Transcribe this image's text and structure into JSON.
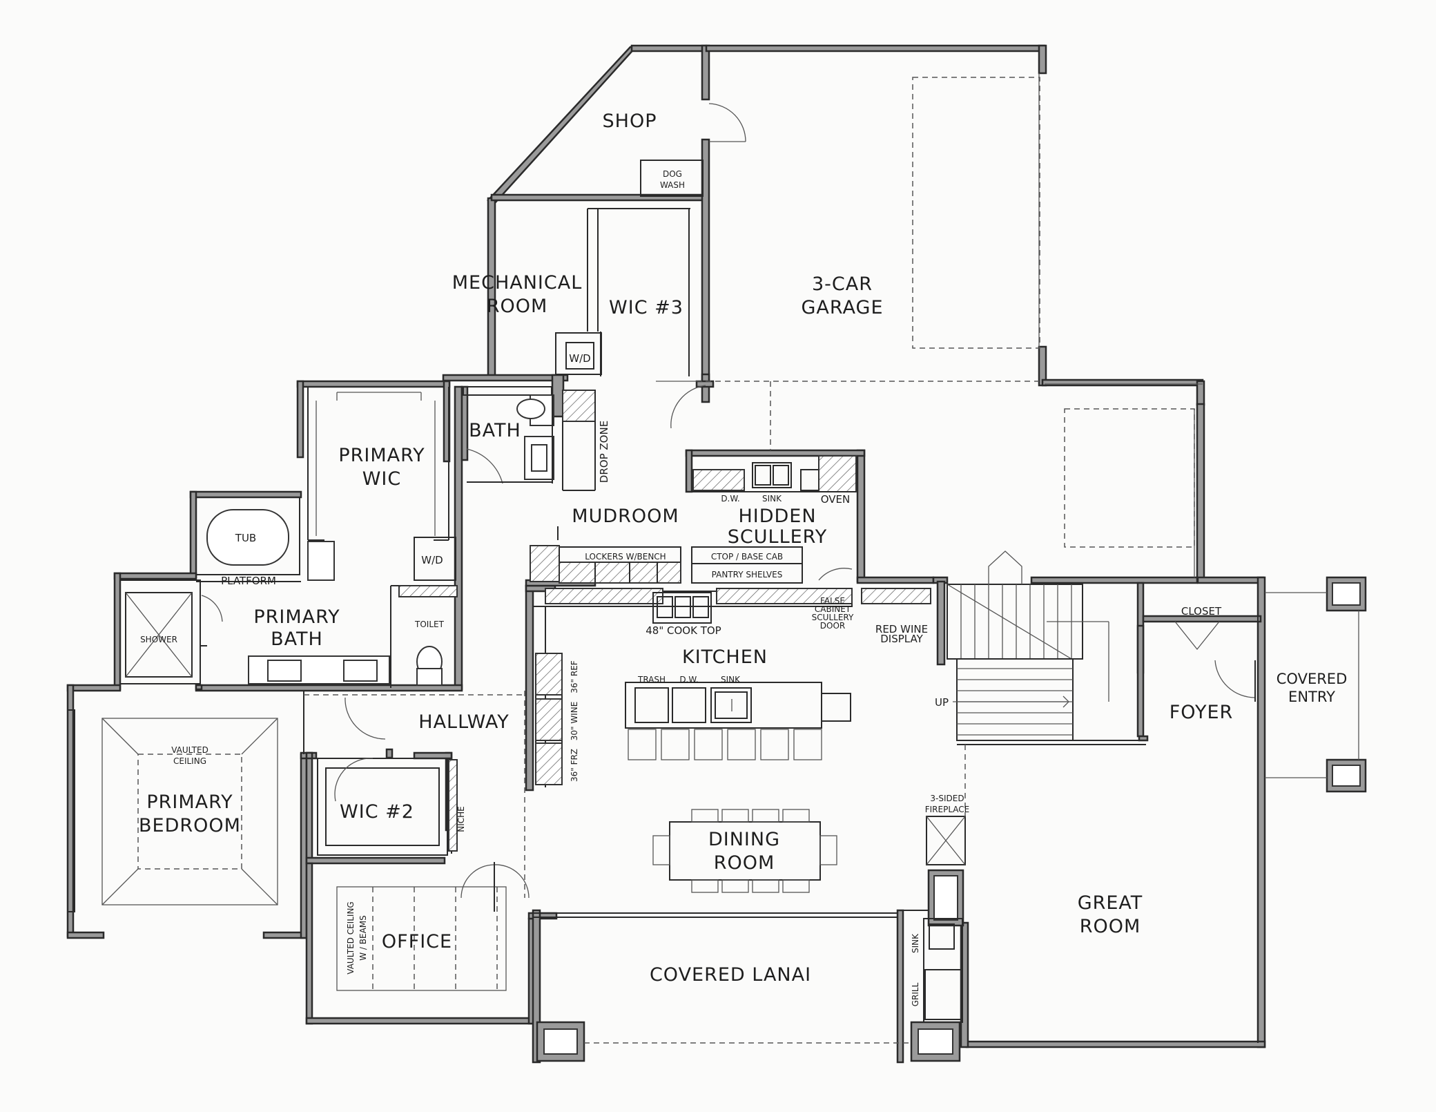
{
  "rooms": {
    "shop": "SHOP",
    "dog_wash": [
      "DOG",
      "WASH"
    ],
    "mechanical": [
      "MECHANICAL",
      "ROOM"
    ],
    "wic3": "WIC #3",
    "garage": [
      "3-CAR",
      "GARAGE"
    ],
    "wd_upper": "W/D",
    "bath": "BATH",
    "drop_zone": "DROP ZONE",
    "primary_wic": [
      "PRIMARY",
      "WIC"
    ],
    "wd_primary": "W/D",
    "tub": "TUB",
    "platform": "PLATFORM",
    "mudroom": "MUDROOM",
    "scullery": [
      "HIDDEN",
      "SCULLERY"
    ],
    "scullery_dw": "D.W.",
    "scullery_sink": "SINK",
    "scullery_oven": "OVEN",
    "lockers": "LOCKERS W/BENCH",
    "ctop": "CTOP / BASE CAB",
    "pantry": "PANTRY SHELVES",
    "false_cabinet": [
      "FALSE",
      "CABINET",
      "SCULLERY",
      "DOOR"
    ],
    "red_wine": [
      "RED WINE",
      "DISPLAY"
    ],
    "closet": "CLOSET",
    "shower": "SHOWER",
    "primary_bath": [
      "PRIMARY",
      "BATH"
    ],
    "toilet": "TOILET",
    "cooktop": "48\" COOK TOP",
    "kitchen": "KITCHEN",
    "trash": "TRASH",
    "island_dw": "D.W.",
    "island_sink": "SINK",
    "ref": "36\" REF",
    "wine": "30\" WINE",
    "frz": "36\" FRZ",
    "up": "UP",
    "foyer": "FOYER",
    "covered_entry": [
      "COVERED",
      "ENTRY"
    ],
    "hallway": "HALLWAY",
    "vaulted": [
      "VAULTED",
      "CEILING"
    ],
    "primary_bedroom": [
      "PRIMARY",
      "BEDROOM"
    ],
    "wic2": "WIC #2",
    "niche": "NICHE",
    "fireplace": [
      "3-SIDED",
      "FIREPLACE"
    ],
    "dining": [
      "DINING",
      "ROOM"
    ],
    "great_room": [
      "GREAT",
      "ROOM"
    ],
    "office_vaulted": [
      "VAULTED CEILING",
      "W / BEAMS"
    ],
    "office": "OFFICE",
    "lanai": "COVERED LANAI",
    "sink_out": "SINK",
    "grill": "GRILL"
  },
  "colors": {
    "wall": "#9a9a9a",
    "line": "#2a2a2a",
    "paper": "#fbfbfa"
  }
}
